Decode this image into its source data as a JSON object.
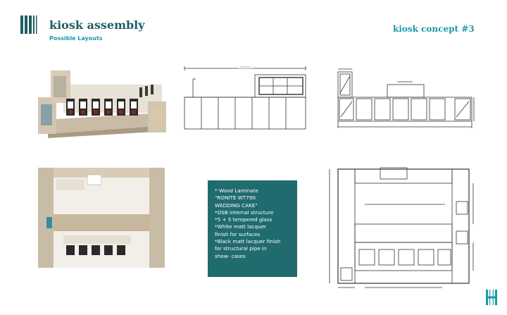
{
  "header": {
    "title": "kiosk assembly",
    "subtitle": "Possible Layouts",
    "concept": "kiosk concept #3"
  },
  "specs": [
    "* Wood Laminate",
    "\"RONITE WT790",
    "WEDDING CAKE\"",
    "*OSB internal structure",
    "*5 + 5 tempered glass",
    "*White matt lacquer",
    "finish  for surfaces",
    "*Black matt lacquer finish",
    "for structural pipe in",
    "show-  cases"
  ],
  "colors": {
    "brand": "#1e5e63",
    "accent": "#1a9aa8",
    "spec_box": "#1f6b6e"
  },
  "icons": {
    "logo": "vertical-bars-logo",
    "corner": "h-monogram-logo"
  }
}
